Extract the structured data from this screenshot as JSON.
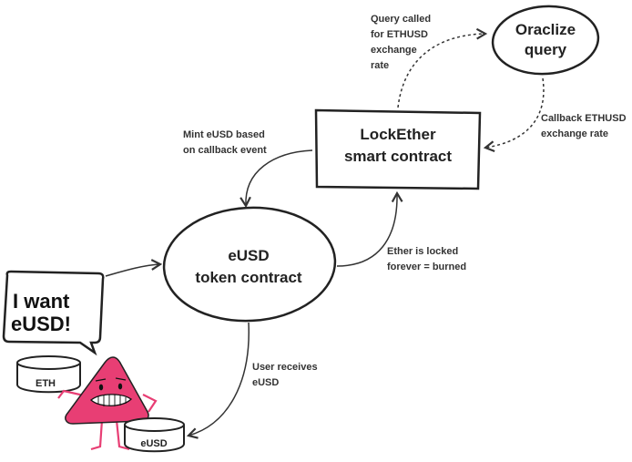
{
  "nodes": {
    "oracle": {
      "line1": "Oraclize",
      "line2": "query"
    },
    "lockether": {
      "line1": "LockEther",
      "line2": "smart contract"
    },
    "eusd": {
      "line1": "eUSD",
      "line2": "token contract"
    }
  },
  "annotations": {
    "query": [
      "Query called",
      "for ETHUSD",
      "exchange",
      "rate"
    ],
    "callback": [
      "Callback ETHUSD",
      "exchange rate"
    ],
    "mint": [
      "Mint eUSD based",
      "on callback event"
    ],
    "locked": [
      "Ether is locked",
      "forever = burned"
    ],
    "receives": [
      "User receives",
      "eUSD"
    ]
  },
  "bubble": {
    "line1": "I want",
    "line2": "eUSD!"
  },
  "cans": {
    "eth": "ETH",
    "eusd": "eUSD"
  },
  "colors": {
    "stroke": "#222222",
    "character": "#e83e74",
    "background": "#ffffff"
  }
}
